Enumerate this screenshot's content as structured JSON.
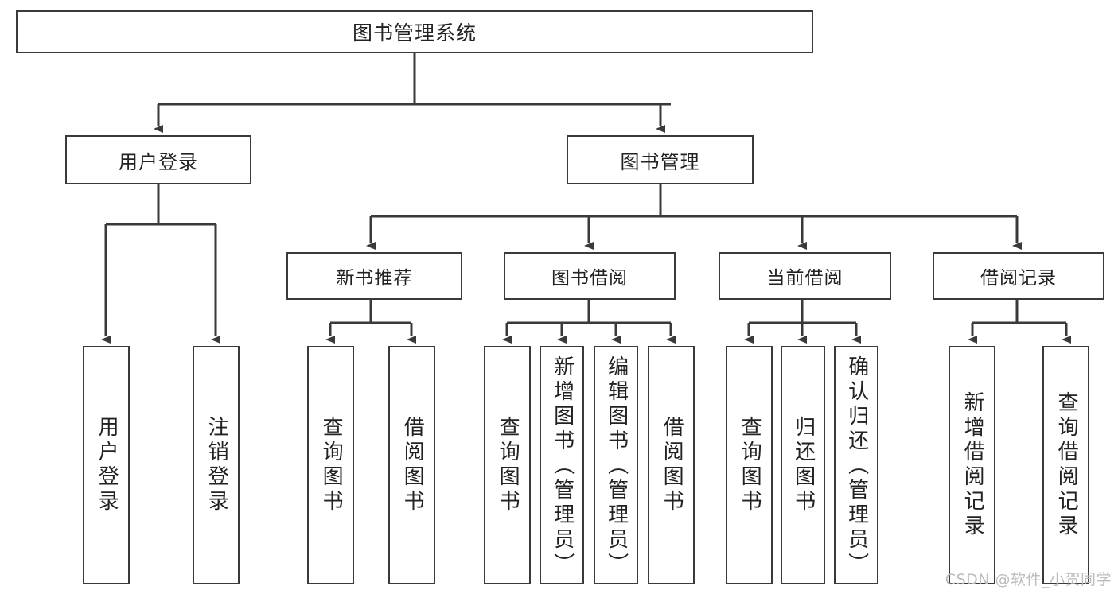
{
  "diagram": {
    "title": "图书管理系统",
    "type": "hierarchy-tree",
    "line_color": "#3a3a3a",
    "box_fill": "#ffffff",
    "text_color": "#222222",
    "root": {
      "label": "图书管理系统"
    },
    "level2": [
      {
        "label": "用户登录"
      },
      {
        "label": "图书管理"
      }
    ],
    "level3": [
      {
        "label": "新书推荐"
      },
      {
        "label": "图书借阅"
      },
      {
        "label": "当前借阅"
      },
      {
        "label": "借阅记录"
      }
    ],
    "leaves": [
      {
        "label": "用户登录",
        "parent": "用户登录"
      },
      {
        "label": "注销登录",
        "parent": "用户登录"
      },
      {
        "label": "查询图书",
        "parent": "新书推荐"
      },
      {
        "label": "借阅图书",
        "parent": "新书推荐"
      },
      {
        "label": "查询图书",
        "parent": "图书借阅"
      },
      {
        "label": "新增图书（管理员）",
        "parent": "图书借阅"
      },
      {
        "label": "编辑图书（管理员）",
        "parent": "图书借阅"
      },
      {
        "label": "借阅图书",
        "parent": "图书借阅"
      },
      {
        "label": "查询图书",
        "parent": "当前借阅"
      },
      {
        "label": "归还图书",
        "parent": "当前借阅"
      },
      {
        "label": "确认归还（管理员）",
        "parent": "当前借阅"
      },
      {
        "label": "新增借阅记录",
        "parent": "借阅记录"
      },
      {
        "label": "查询借阅记录",
        "parent": "借阅记录"
      }
    ]
  },
  "watermark": {
    "text": "CSDN @软件_小贺同学"
  }
}
